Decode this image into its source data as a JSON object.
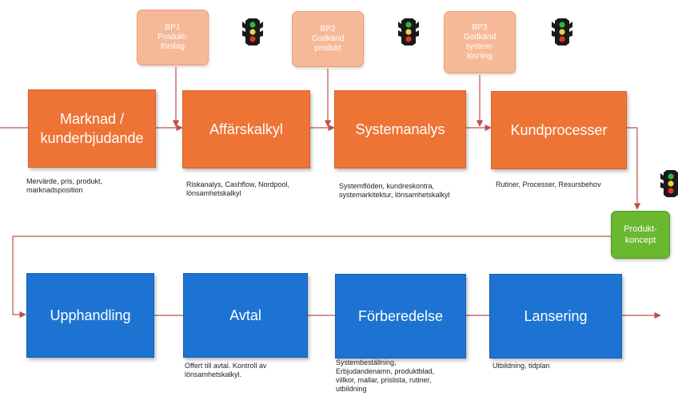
{
  "gates": [
    {
      "label": "BP1\nProdukt-\nförslag"
    },
    {
      "label": "BP2\nGodkänd\nprodukt"
    },
    {
      "label": "BP3\nGodkänd\nsystem-\nlösning"
    }
  ],
  "phase1": [
    {
      "label": "Marknad /\nkunderbjudande",
      "note": "Mervärde, pris, produkt,\nmarknadsposition"
    },
    {
      "label": "Affärskalkyl",
      "note": "Riskanalys, Cashflow, Nordpool,\nlönsamhetskalkyl"
    },
    {
      "label": "Systemanalys",
      "note": "Systemflöden, kundreskontra,\nsystemarkitektur, lönsamhetskalkyl"
    },
    {
      "label": "Kundprocesser",
      "note": "Rutiner, Processer, Resursbehov"
    }
  ],
  "concept": {
    "label": "Produkt-\nkoncept"
  },
  "phase2": [
    {
      "label": "Upphandling",
      "note": ""
    },
    {
      "label": "Avtal",
      "note": "Offert till avtal. Kontroll av\nlönsamhetskalkyl."
    },
    {
      "label": "Förberedelse",
      "note": "Systembeställning,\nErbjudandenamn, produktblad,\nvillkor, mallar, prislista, rutiner,\nutbildning"
    },
    {
      "label": "Lansering",
      "note": "Utbildning, tidplan"
    }
  ],
  "colors": {
    "orange": "#ee7436",
    "blue": "#1c73d2",
    "gate": "#f6b998",
    "green": "#69b82e",
    "arrow": "#c0504d"
  },
  "icons": [
    "traffic-light-icon",
    "traffic-light-icon",
    "traffic-light-icon",
    "traffic-light-icon"
  ]
}
